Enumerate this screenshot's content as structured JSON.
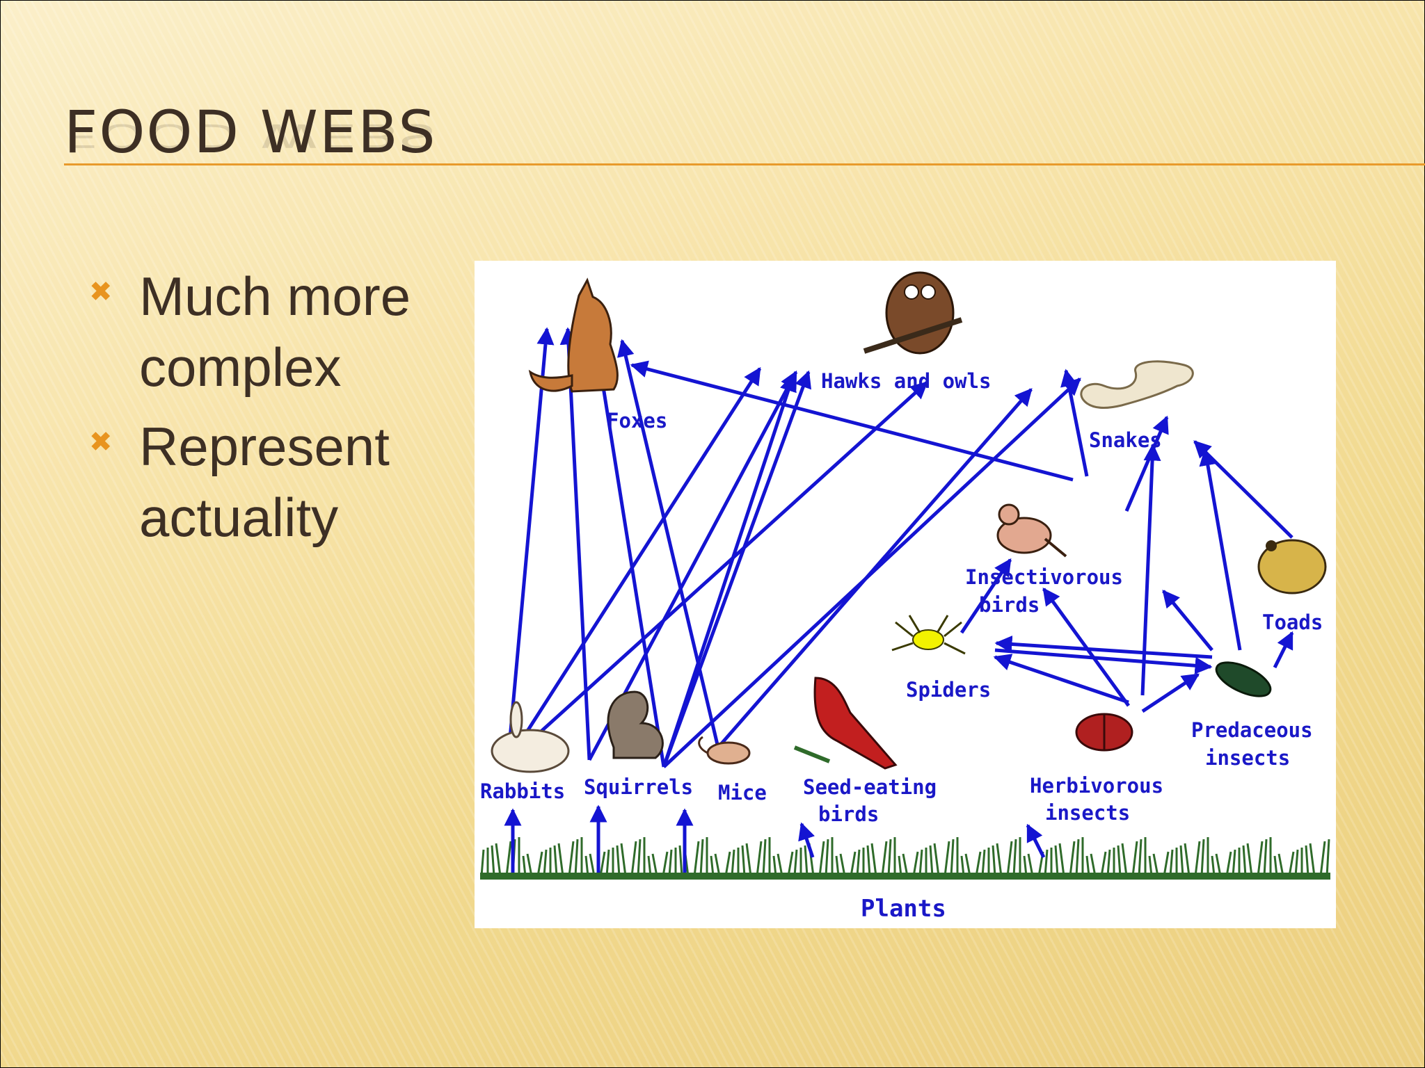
{
  "slide": {
    "title": "FOOD WEBS",
    "bullets": [
      "Much more complex",
      "Represent actuality"
    ]
  },
  "diagram": {
    "colors": {
      "arrow": "#1414d2",
      "label": "#1a18c7",
      "title_rule": "#e89a2b",
      "bullet_icon": "#e8941f"
    },
    "bullet_icon": "x-mark-icon",
    "labels": {
      "foxes": "Foxes",
      "hawks_owls": "Hawks and owls",
      "snakes": "Snakes",
      "insect_birds_1": "Insectivorous",
      "insect_birds_2": "birds",
      "toads": "Toads",
      "spiders": "Spiders",
      "predaceous_1": "Predaceous",
      "predaceous_2": "insects",
      "rabbits": "Rabbits",
      "squirrels": "Squirrels",
      "mice": "Mice",
      "seed_birds_1": "Seed-eating",
      "seed_birds_2": "birds",
      "herbivorous_1": "Herbivorous",
      "herbivorous_2": "insects",
      "plants": "Plants"
    }
  }
}
